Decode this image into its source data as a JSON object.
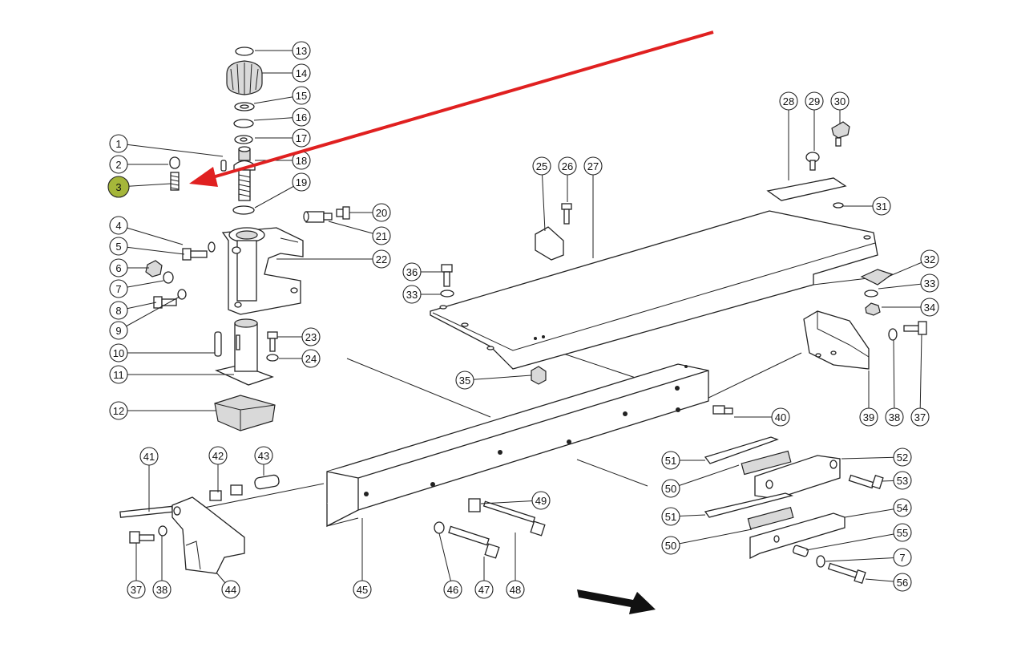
{
  "diagram": {
    "highlight_color": "#a5b63a",
    "arrow_color": "#e02020",
    "highlighted_callout": "3",
    "callouts": [
      {
        "label": "1"
      },
      {
        "label": "2"
      },
      {
        "label": "3"
      },
      {
        "label": "4"
      },
      {
        "label": "5"
      },
      {
        "label": "6"
      },
      {
        "label": "7"
      },
      {
        "label": "8"
      },
      {
        "label": "9"
      },
      {
        "label": "10"
      },
      {
        "label": "11"
      },
      {
        "label": "12"
      },
      {
        "label": "13"
      },
      {
        "label": "14"
      },
      {
        "label": "15"
      },
      {
        "label": "16"
      },
      {
        "label": "17"
      },
      {
        "label": "18"
      },
      {
        "label": "19"
      },
      {
        "label": "20"
      },
      {
        "label": "21"
      },
      {
        "label": "22"
      },
      {
        "label": "23"
      },
      {
        "label": "24"
      },
      {
        "label": "25"
      },
      {
        "label": "26"
      },
      {
        "label": "27"
      },
      {
        "label": "28"
      },
      {
        "label": "29"
      },
      {
        "label": "30"
      },
      {
        "label": "31"
      },
      {
        "label": "32"
      },
      {
        "label": "33"
      },
      {
        "label": "34"
      },
      {
        "label": "35"
      },
      {
        "label": "36"
      },
      {
        "label": "33"
      },
      {
        "label": "37"
      },
      {
        "label": "38"
      },
      {
        "label": "39"
      },
      {
        "label": "40"
      },
      {
        "label": "41"
      },
      {
        "label": "42"
      },
      {
        "label": "43"
      },
      {
        "label": "44"
      },
      {
        "label": "37"
      },
      {
        "label": "38"
      },
      {
        "label": "45"
      },
      {
        "label": "46"
      },
      {
        "label": "47"
      },
      {
        "label": "48"
      },
      {
        "label": "49"
      },
      {
        "label": "50"
      },
      {
        "label": "51"
      },
      {
        "label": "50"
      },
      {
        "label": "51"
      },
      {
        "label": "52"
      },
      {
        "label": "53"
      },
      {
        "label": "54"
      },
      {
        "label": "55"
      },
      {
        "label": "7"
      },
      {
        "label": "56"
      }
    ]
  }
}
